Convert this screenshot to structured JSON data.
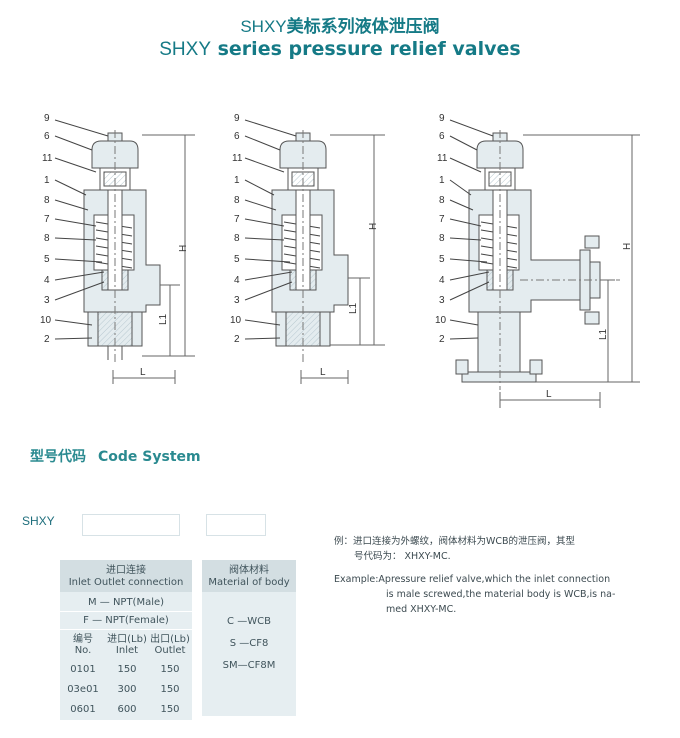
{
  "title": {
    "cn_latin": "SHXY",
    "cn": "美标系列液体泄压阀",
    "en_latin": "SHXY",
    "en": " series pressure relief valves"
  },
  "drawing_labels": [
    "9",
    "6",
    "11",
    "1",
    "8",
    "7",
    "8",
    "5",
    "4",
    "3",
    "10",
    "2"
  ],
  "dimensions": {
    "H": "H",
    "L1": "L1",
    "L": "L"
  },
  "code_system": {
    "title_cn": "型号代码",
    "title_en": "Code System",
    "prefix": "SHXY"
  },
  "inlet_panel": {
    "header_cn": "进口连接",
    "header_en": "Inlet Outlet connection",
    "types": [
      "M — NPT(Male)",
      "F — NPT(Female)"
    ],
    "columns": [
      {
        "cn": "编号",
        "en": "No."
      },
      {
        "cn": "进口(Lb)",
        "en": "Inlet"
      },
      {
        "cn": "出口(Lb)",
        "en": "Outlet"
      }
    ],
    "rows": [
      [
        "0101",
        "150",
        "150"
      ],
      [
        "03e01",
        "300",
        "150"
      ],
      [
        "0601",
        "600",
        "150"
      ]
    ]
  },
  "material_panel": {
    "header_cn": "阀体材料",
    "header_en": "Material of body",
    "items": [
      "C —WCB",
      "S —CF8",
      "SM—CF8M"
    ]
  },
  "example": {
    "cn_line1": "例：进口连接为外螺纹，阀体材料为WCB的泄压阀，其型",
    "cn_line2": "号代码为：  XHXY-MC.",
    "en_line1": "Example:Apressure relief valve,which the inlet connection",
    "en_line2": "is male screwed,the material body  is WCB,is na-",
    "en_line3": "med XHXY-MC."
  }
}
